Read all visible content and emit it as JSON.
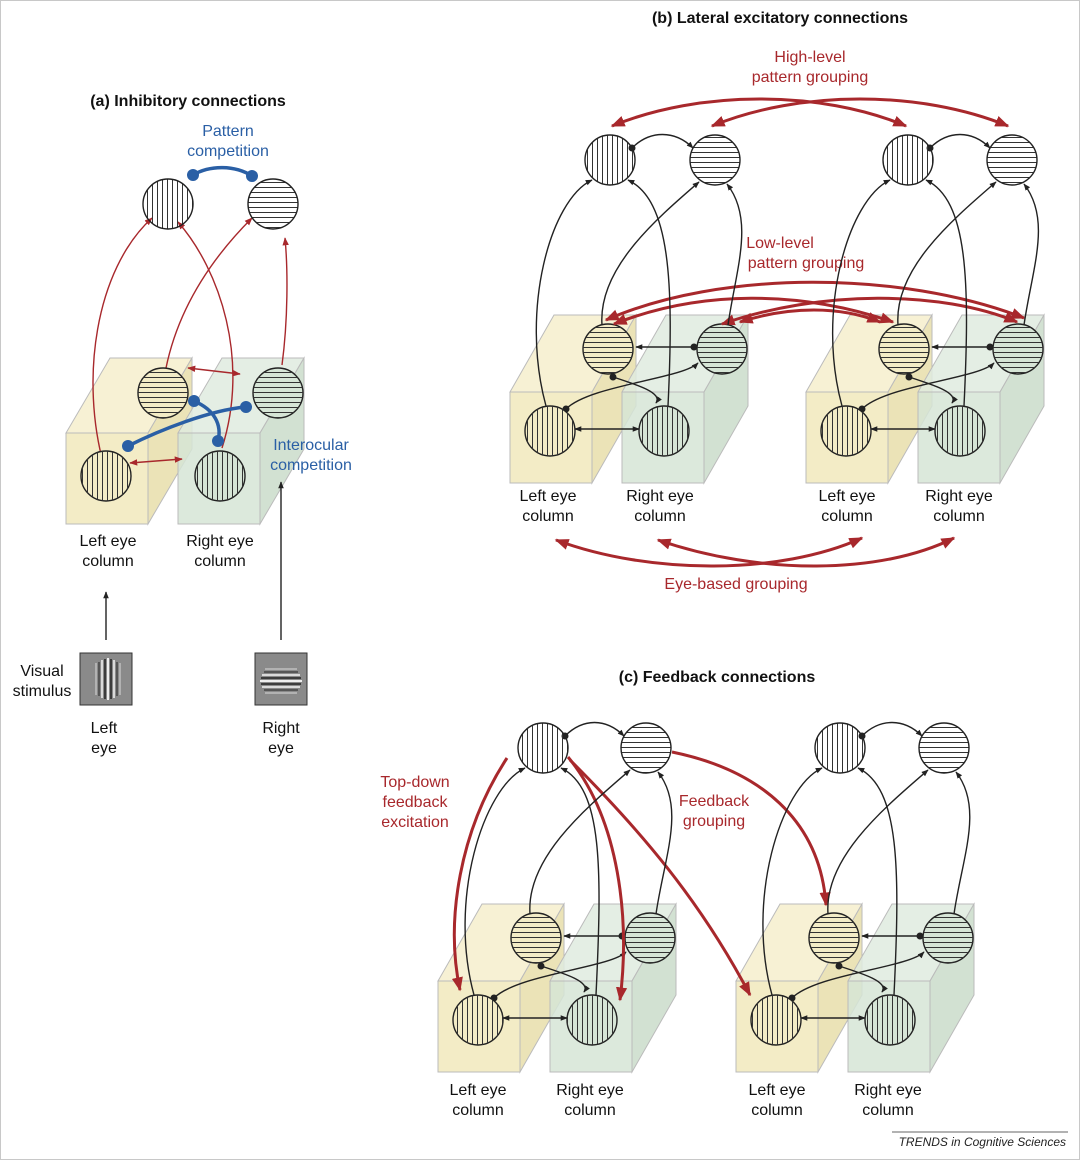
{
  "colors": {
    "left_eye": "#f3ecc6",
    "right_eye": "#d6e5d6",
    "excitatory": "#a8282c",
    "inhibitory": "#2a5fa5",
    "stroke": "#222222"
  },
  "panel_a": {
    "title": "(a) Inhibitory connections",
    "pattern_competition": [
      "Pattern",
      "competition"
    ],
    "interocular_competition": [
      "Interocular",
      "competition"
    ],
    "left_col": [
      "Left eye",
      "column"
    ],
    "right_col": [
      "Right eye",
      "column"
    ],
    "visual_stimulus": [
      "Visual",
      "stimulus"
    ],
    "left_eye": [
      "Left",
      "eye"
    ],
    "right_eye": [
      "Right",
      "eye"
    ]
  },
  "panel_b": {
    "title": "(b) Lateral excitatory connections",
    "high_level": [
      "High-level",
      "pattern grouping"
    ],
    "low_level": [
      "Low-level",
      "pattern grouping"
    ],
    "eye_based": "Eye-based grouping",
    "left_col": [
      "Left eye",
      "column"
    ],
    "right_col": [
      "Right eye",
      "column"
    ]
  },
  "panel_c": {
    "title": "(c) Feedback connections",
    "top_down": [
      "Top-down",
      "feedback",
      "excitation"
    ],
    "feedback_grouping": [
      "Feedback",
      "grouping"
    ],
    "left_col": [
      "Left eye",
      "column"
    ],
    "right_col": [
      "Right eye",
      "column"
    ]
  },
  "credit": "TRENDS in Cognitive Sciences"
}
